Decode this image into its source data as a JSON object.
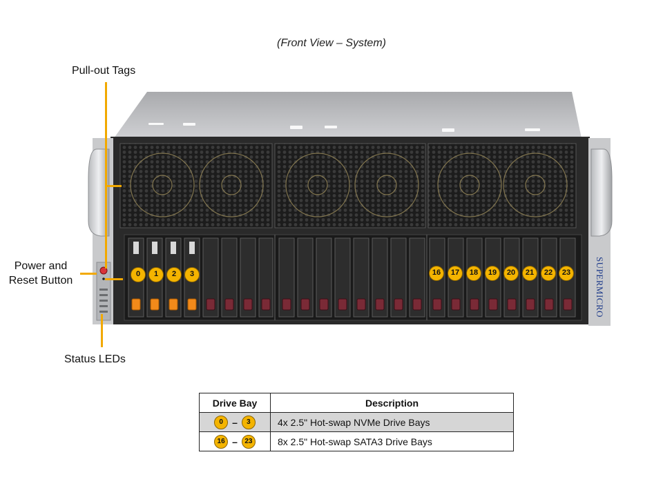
{
  "diagram": {
    "title": "(Front View – System)",
    "callouts": {
      "pull_out_tags": "Pull-out Tags",
      "power_reset_line1": "Power and",
      "power_reset_line2": "Reset Button",
      "status_leds": "Status LEDs"
    },
    "brand_logo": "SUPERMICRO",
    "nvme_badges": [
      "0",
      "1",
      "2",
      "3"
    ],
    "sata_badges": [
      "16",
      "17",
      "18",
      "19",
      "20",
      "21",
      "22",
      "23"
    ],
    "accent_color": "#f4b400"
  },
  "legend": {
    "headers": [
      "Drive Bay",
      "Description"
    ],
    "rows": [
      {
        "from": "0",
        "to": "3",
        "dash": "–",
        "description": "4x 2.5\" Hot-swap NVMe Drive Bays"
      },
      {
        "from": "16",
        "to": "23",
        "dash": "–",
        "description": "8x 2.5\" Hot-swap SATA3 Drive Bays"
      }
    ]
  }
}
